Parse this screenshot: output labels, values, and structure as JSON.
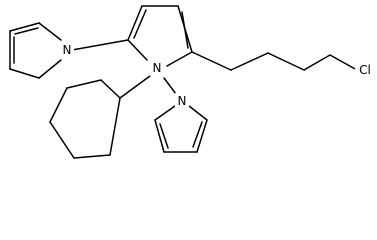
{
  "molecule": {
    "atoms": {
      "n_left_pyrrole": "N",
      "n_center": "N",
      "n_bottom_pyrrole": "N",
      "cl": "Cl"
    }
  }
}
